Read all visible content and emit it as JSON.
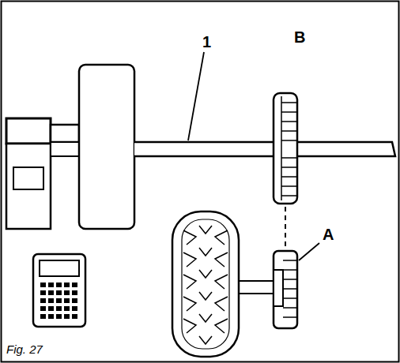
{
  "diagram": {
    "caption": "Fig. 27",
    "labels": [
      "1",
      "B",
      "A"
    ]
  }
}
